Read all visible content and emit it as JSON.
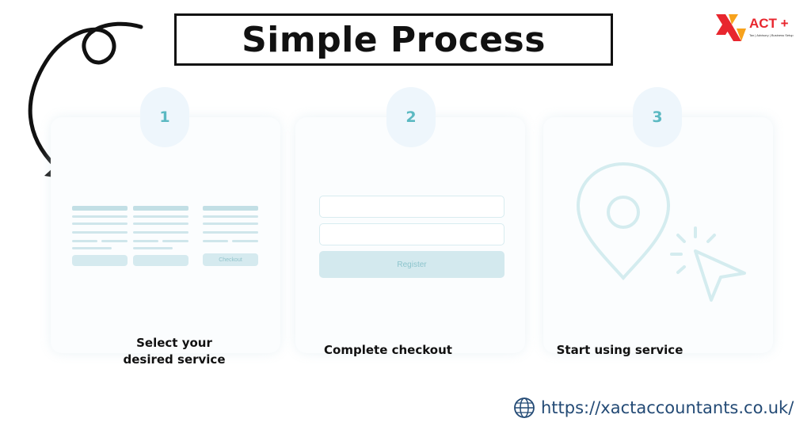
{
  "header": {
    "title": "Simple Process"
  },
  "logo": {
    "name": "ACT +",
    "tagline": "Tax | Advisory | Business Setup",
    "colors": [
      "#e8262e",
      "#f7a21b"
    ]
  },
  "steps": [
    {
      "number": "1",
      "label_line1": "Select your",
      "label_line2": "desired service",
      "button": "Checkout"
    },
    {
      "number": "2",
      "label": "Complete checkout",
      "button": "Register"
    },
    {
      "number": "3",
      "label": "Start using service"
    }
  ],
  "footer": {
    "url": "https://xactaccountants.co.uk/"
  },
  "colors": {
    "accent": "#5bb9c2",
    "card": "#fbfdfe",
    "title": "#111111",
    "url": "#234a75"
  }
}
